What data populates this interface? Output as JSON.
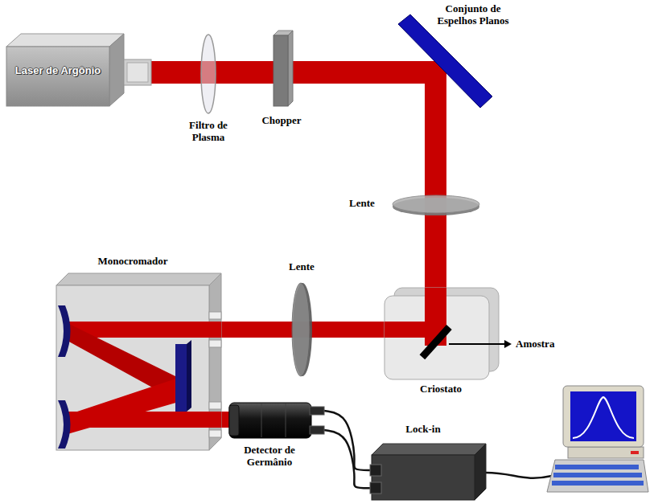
{
  "diagram": {
    "nodes": [
      {
        "text": [
          "Laser de Argônio"
        ]
      },
      {
        "text": [
          "Filtro de Plasma"
        ]
      },
      {
        "text": [
          "Chopper"
        ]
      },
      {
        "text": [
          "Conjunto de Espelhos Planos"
        ]
      },
      {
        "text": [
          "Lente"
        ]
      },
      {
        "text": [
          "Criostato"
        ]
      },
      {
        "text": [
          "Lente"
        ]
      },
      {
        "text": [
          "Monocromador"
        ]
      },
      {
        "text": [
          "Detector de Germânio"
        ]
      },
      {
        "text": [
          "Lock-in"
        ]
      }
    ],
    "edges": [
      {
        "from": 0,
        "to": 1,
        "arrow": "none"
      },
      {
        "from": 1,
        "to": 2,
        "arrow": "none"
      },
      {
        "from": 2,
        "to": 3,
        "arrow": "none"
      },
      {
        "from": 3,
        "to": 4,
        "arrow": "none"
      },
      {
        "from": 4,
        "to": 5,
        "arrow": "none"
      },
      {
        "from": 5,
        "to": 6,
        "arrow": "none"
      },
      {
        "from": 6,
        "to": 7,
        "arrow": "none"
      },
      {
        "from": 7,
        "to": 8,
        "arrow": "none"
      },
      {
        "from": 8,
        "to": 9,
        "arrow": "none"
      },
      {
        "from": 8,
        "to": 9,
        "arrow": "none"
      }
    ],
    "labels": [
      "Amostra"
    ]
  }
}
